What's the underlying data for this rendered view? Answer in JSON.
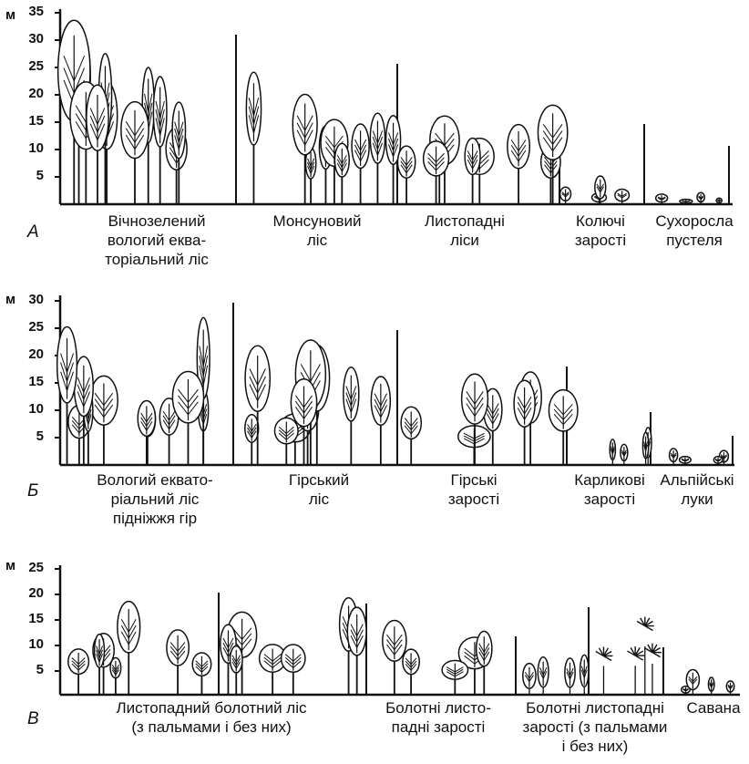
{
  "figure": {
    "panels": [
      {
        "id": "A",
        "letter": "А",
        "unit": "м",
        "ticks": [
          "35",
          "30",
          "25",
          "20",
          "15",
          "10",
          "5"
        ],
        "zones": [
          "Вічнозелений\nвологий еква-\nторіальний ліс",
          "Монсуновий\nліс",
          "Листопадні\nліси",
          "Колючі\nзарості",
          "Сухоросла\nпустеля"
        ]
      },
      {
        "id": "B",
        "letter": "Б",
        "unit": "м",
        "ticks": [
          "30",
          "25",
          "20",
          "15",
          "10",
          "5"
        ],
        "zones": [
          "Вологий еквато-\nріальний ліс\nпідніжжя гір",
          "Гірський\nліс",
          "Гірські\nзарості",
          "Карликові\nзарості",
          "Альпійські\nлуки"
        ]
      },
      {
        "id": "C",
        "letter": "В",
        "unit": "м",
        "ticks": [
          "25",
          "20",
          "15",
          "10",
          "5"
        ],
        "zones": [
          "Листопадний болотний ліс\n(з пальмами і без них)",
          "Болотні листо-\nпадні зарості",
          "Болотні листопадні\nзарості (з пальмами\nі без них)",
          "Савана"
        ]
      }
    ]
  }
}
